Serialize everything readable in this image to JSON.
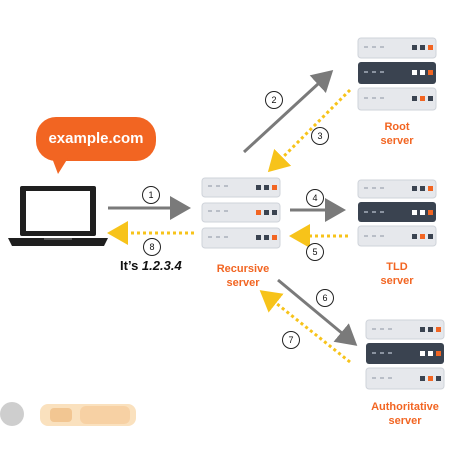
{
  "client": {
    "query": "example.com",
    "answer_prefix": "It’s ",
    "answer_ip": "1.2.3.4"
  },
  "servers": {
    "recursive": {
      "line1": "Recursive",
      "line2": "server"
    },
    "root": {
      "line1": "Root",
      "line2": "server"
    },
    "tld": {
      "line1": "TLD",
      "line2": "server"
    },
    "authoritative": {
      "line1": "Authoritative",
      "line2": "server"
    }
  },
  "steps": [
    "1",
    "2",
    "3",
    "4",
    "5",
    "6",
    "7",
    "8"
  ],
  "colors": {
    "accent": "#f26522",
    "request_arrow": "#7a7a7a",
    "response_arrow": "#f7c31a",
    "server_dark": "#3a4350",
    "server_light": "#e6e8ec"
  }
}
